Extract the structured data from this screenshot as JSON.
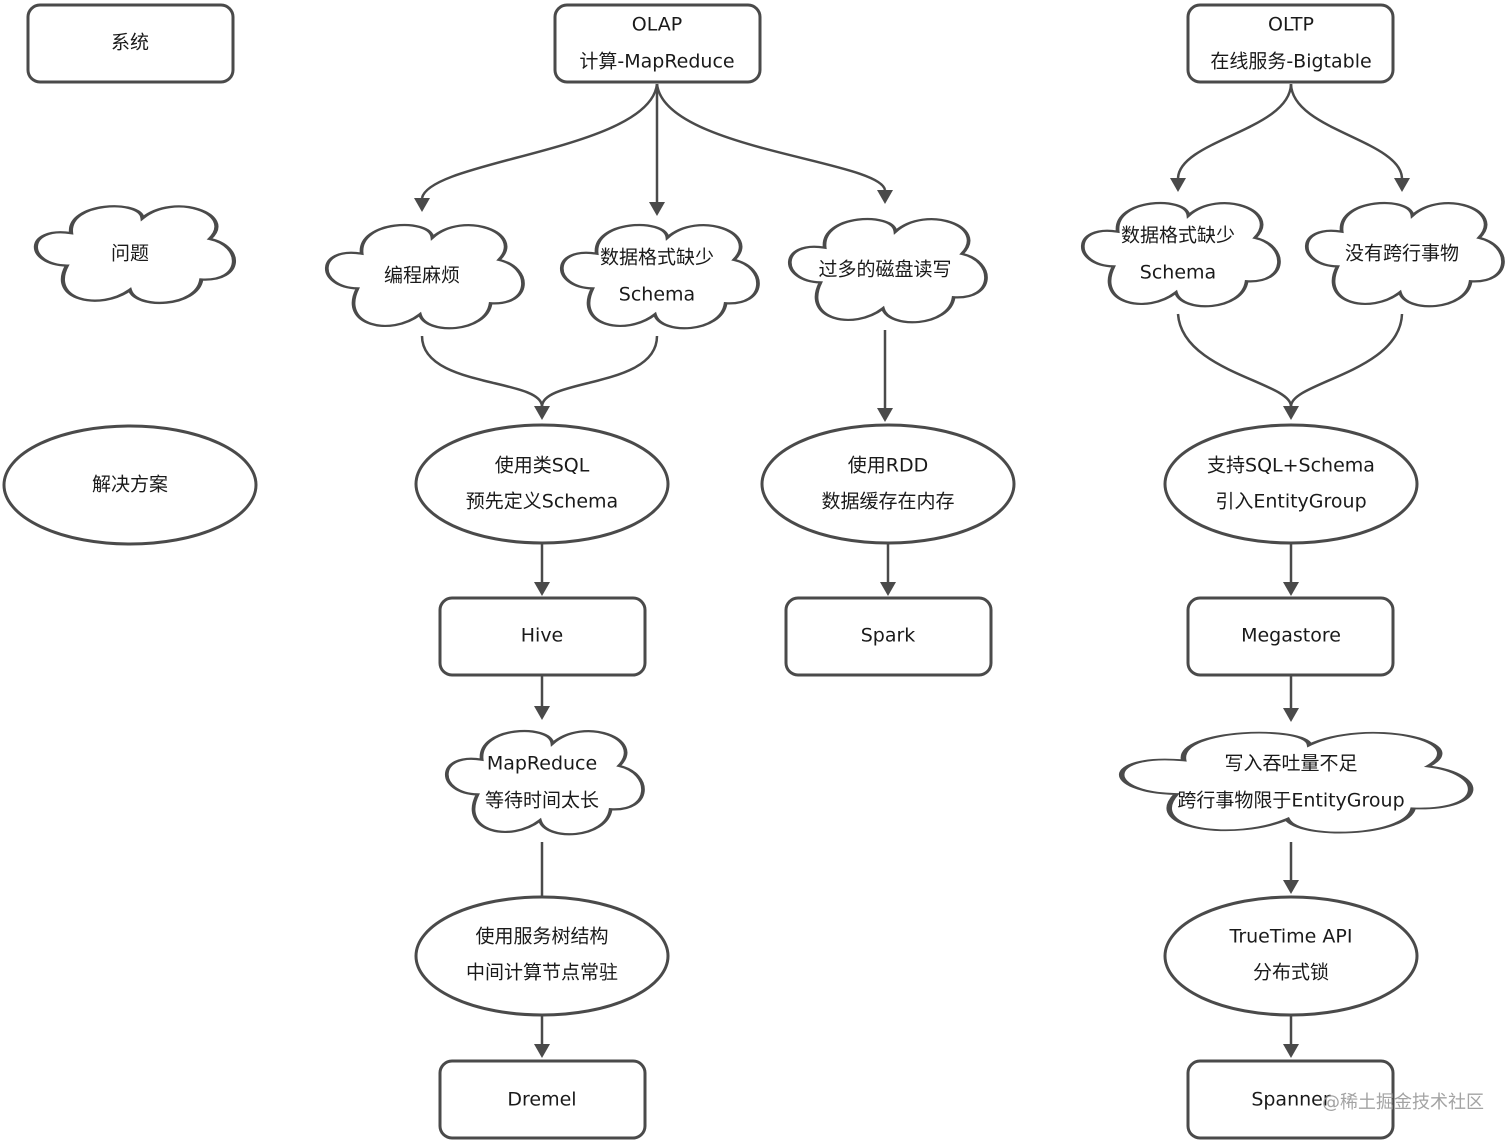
{
  "legend": {
    "system": "系统",
    "problem": "问题",
    "solution": "解决方案"
  },
  "olap": {
    "title": "OLAP",
    "subtitle": "计算-MapReduce",
    "problems": {
      "coding": "编程麻烦",
      "schema_l1": "数据格式缺少",
      "schema_l2": "Schema",
      "disk": "过多的磁盘读写"
    },
    "solution_sql_l1": "使用类SQL",
    "solution_sql_l2": "预先定义Schema",
    "solution_rdd_l1": "使用RDD",
    "solution_rdd_l2": "数据缓存在内存",
    "hive": "Hive",
    "spark": "Spark",
    "wait_l1": "MapReduce",
    "wait_l2": "等待时间太长",
    "tree_l1": "使用服务树结构",
    "tree_l2": "中间计算节点常驻",
    "dremel": "Dremel"
  },
  "oltp": {
    "title": "OLTP",
    "subtitle": "在线服务-Bigtable",
    "problems": {
      "schema_l1": "数据格式缺少",
      "schema_l2": "Schema",
      "txn": "没有跨行事物"
    },
    "solution_l1": "支持SQL+Schema",
    "solution_l2": "引入EntityGroup",
    "megastore": "Megastore",
    "write_l1": "写入吞吐量不足",
    "write_l2": "跨行事物限于EntityGroup",
    "truetime_l1": "TrueTime API",
    "truetime_l2": "分布式锁",
    "spanner": "Spanner"
  },
  "watermark": "@稀土掘金技术社区"
}
